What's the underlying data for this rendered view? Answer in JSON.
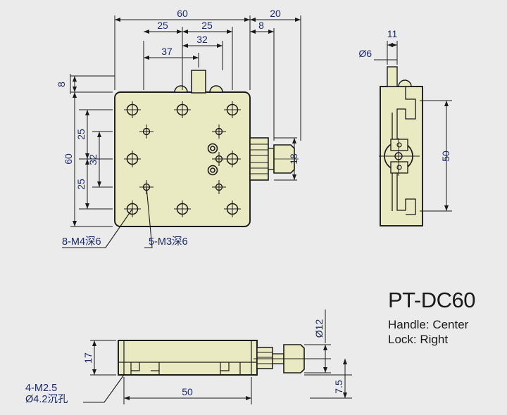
{
  "drawing": {
    "title": "PT-DC60 manual linear translation stage engineering drawing",
    "background_color": "#ebebeb",
    "body_fill": "#e9e9c2",
    "line_color": "#1a1a1a",
    "dimension_text_color": "#1b2a6b",
    "annotation_text_color": "#1b2a6b"
  },
  "product": {
    "model": "PT-DC60",
    "handle": "Handle: Center",
    "lock": "Lock: Right"
  },
  "views": {
    "top": {
      "name": "top-view",
      "dimensions": {
        "width_overall": "60",
        "height_overall": "60",
        "hole_pitch_left": "25",
        "hole_pitch_right": "25",
        "hole_pitch_top": "25",
        "hole_pitch_bottom": "25",
        "span_32_horizontal": "32",
        "span_32_vertical": "32",
        "span_37": "37",
        "offset_8_top": "8",
        "offset_8_left": "8",
        "knob_extension": "20",
        "knob_offset": "8",
        "knob_width": "18"
      },
      "annotations": [
        {
          "id": "m4-callout",
          "text": "8-M4深6"
        },
        {
          "id": "m3-callout",
          "text": "5-M3深6"
        }
      ]
    },
    "side": {
      "name": "side-view",
      "dimensions": {
        "post_diameter": "Ø6",
        "post_width": "11",
        "body_height": "50"
      }
    },
    "front": {
      "name": "front-view",
      "dimensions": {
        "body_thickness": "17",
        "base_length": "50",
        "knob_diameter": "Ø12",
        "axis_height": "7.5"
      },
      "annotations": [
        {
          "id": "m25-callout-line1",
          "text": "4-M2.5"
        },
        {
          "id": "m25-callout-line2",
          "text": "Ø4.2沉孔"
        }
      ]
    }
  }
}
